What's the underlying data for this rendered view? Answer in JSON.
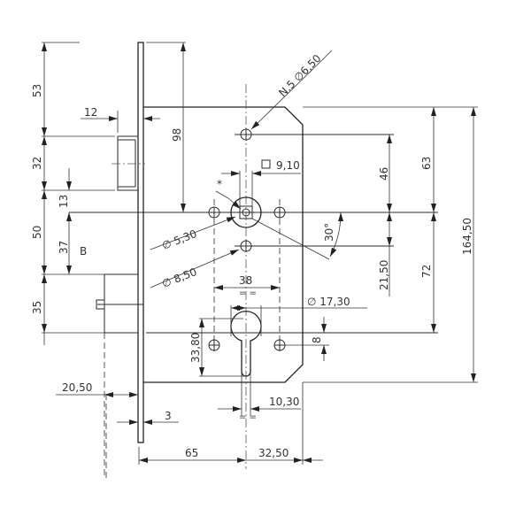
{
  "dimensions": {
    "d53": "53",
    "d32": "32",
    "d50": "50",
    "d35": "35",
    "d13": "13",
    "d37": "37",
    "label_b": "B",
    "d12": "12",
    "d98": "98",
    "holes_n5": "N.5",
    "d6_50": "6,50",
    "sq9_10": "9,10",
    "star": "*",
    "d5_30": "5,30",
    "d8_50": "8,50",
    "d46": "46",
    "d21_50": "21,50",
    "d63": "63",
    "d72": "72",
    "d164_50": "164,50",
    "angle30": "30°",
    "d38": "38",
    "d17_30": "17,30",
    "d8": "8",
    "d33_80": "33,80",
    "d20_50": "20,50",
    "d3": "3",
    "d10_30": "10,30",
    "d65": "65",
    "d32_50": "32,50",
    "eq": "= ="
  }
}
